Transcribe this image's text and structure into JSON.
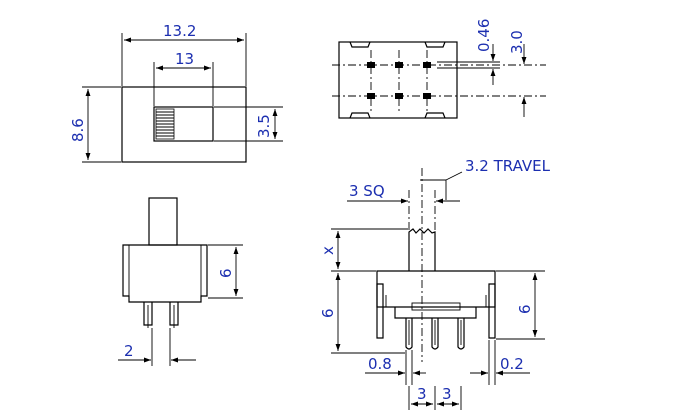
{
  "top_view": {
    "overall_width": "13.2",
    "slot_width": "13",
    "height": "8.6",
    "slot_height": "3.5"
  },
  "back_view": {
    "pin_diameter": "0.46",
    "row_pitch": "3.0"
  },
  "end_view": {
    "body_height": "6",
    "pin_width": "2"
  },
  "side_view": {
    "actuator_size": "3 SQ",
    "travel": "3.2 TRAVEL",
    "actuator_height": "x",
    "body_height_left": "6",
    "body_height_right": "6",
    "pin_thickness": "0.8",
    "pin_pitch_1": "3",
    "pin_pitch_2": "3",
    "lug_thickness": "0.2"
  }
}
